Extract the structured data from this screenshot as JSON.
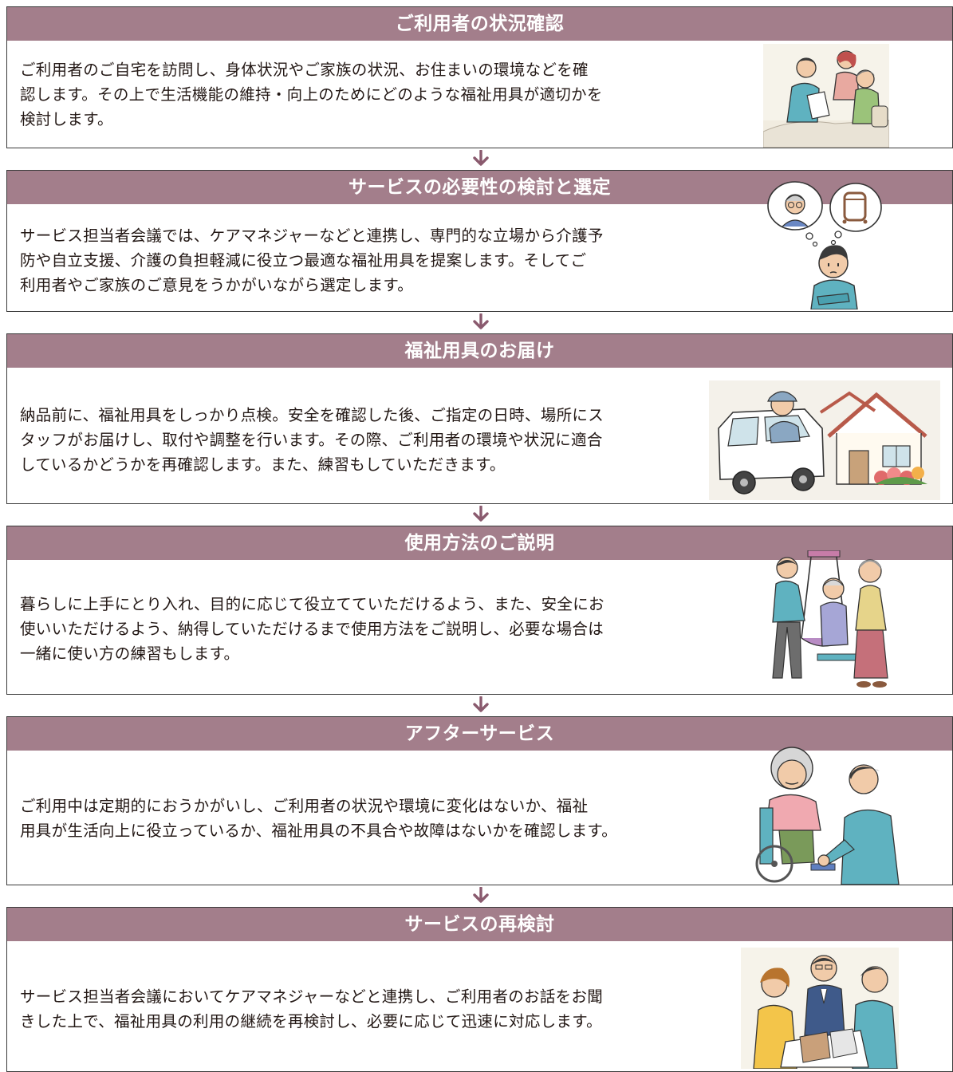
{
  "steps": [
    {
      "title": "ご利用者の状況確認",
      "body": "ご利用者のご自宅を訪問し、身体状況やご家族の状況、お住まいの環境などを確\n認します。その上で生活機能の維持・向上のためにどのような福祉用具が適切かを\n検討します。"
    },
    {
      "title": "サービスの必要性の検討と選定",
      "body": "サービス担当者会議では、ケアマネジャーなどと連携し、専門的な立場から介護予\n防や自立支援、介護の負担軽減に役立つ最適な福祉用具を提案します。そしてご\n利用者やご家族のご意見をうかがいながら選定します。"
    },
    {
      "title": "福祉用具のお届け",
      "body": "納品前に、福祉用具をしっかり点検。安全を確認した後、ご指定の日時、場所にス\nタッフがお届けし、取付や調整を行います。その際、ご利用者の環境や状況に適合\nしているかどうかを再確認します。また、練習もしていただきます。"
    },
    {
      "title": "使用方法のご説明",
      "body": "暮らしに上手にとり入れ、目的に応じて役立てていただけるよう、また、安全にお\n使いいただけるよう、納得していただけるまで使用方法をご説明し、必要な場合は\n一緒に使い方の練習もします。"
    },
    {
      "title": "アフターサービス",
      "body": "ご利用中は定期的におうかがいし、ご利用者の状況や環境に変化はないか、福祉\n用具が生活向上に役立っているか、福祉用具の不具合や故障はないかを確認します。"
    },
    {
      "title": "サービスの再検討",
      "body": "サービス担当者会議においてケアマネジャーなどと連携し、ご利用者のお話をお聞\nきした上で、福祉用具の利用の継続を再検討し、必要に応じて迅速に対応します。"
    }
  ],
  "colors": {
    "header": "#a37e8b",
    "arrow": "#8a5a6e",
    "border": "#3a3a3a",
    "text": "#231815"
  },
  "illustrations": [
    "home-visit-illustration",
    "consultation-thinking-illustration",
    "delivery-van-house-illustration",
    "lift-usage-illustration",
    "wheelchair-aftercare-illustration",
    "meeting-review-illustration"
  ]
}
